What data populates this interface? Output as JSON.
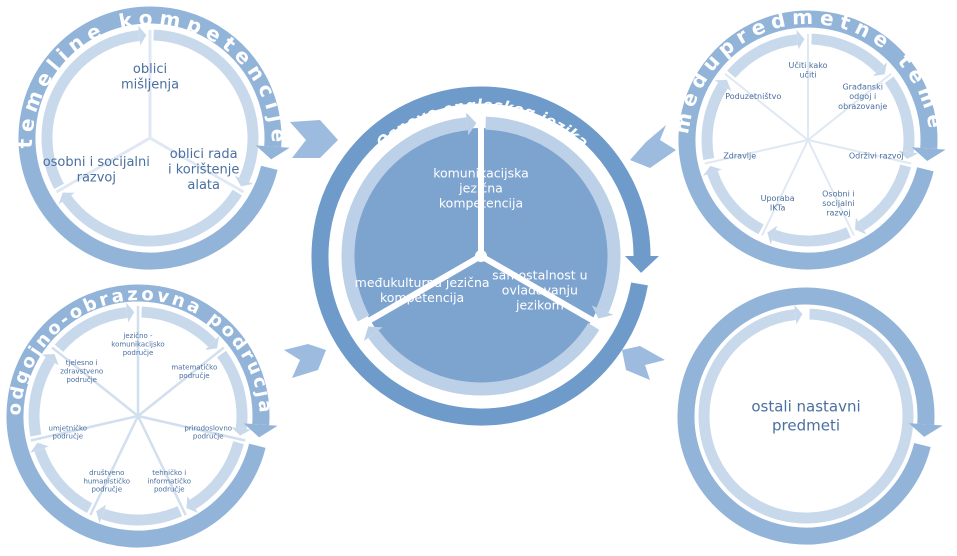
{
  "colors": {
    "outer_ring": "#93b4d9",
    "outer_ring_dark": "#6f9bcb",
    "inner_arrow": "#c9d9ec",
    "inner_arrow_central": "#bcd0e8",
    "central_fill": "#7da3cf",
    "connector_arrow": "#9cbbde",
    "label_text": "#4a6fa0",
    "divider": "#ffffff"
  },
  "central": {
    "title": "Osnove engleskog jezika",
    "segments": [
      {
        "label": [
          "komunikacijska",
          "jezična",
          "kompetencija"
        ]
      },
      {
        "label": [
          "samostalnost u",
          "ovladavanju",
          "jezikom"
        ]
      },
      {
        "label": [
          "međukulturna jezična",
          "kompetencija"
        ]
      }
    ]
  },
  "top_left": {
    "title": "temeljne kompetencije",
    "segments": [
      {
        "label": [
          "oblici",
          "mišljenja"
        ]
      },
      {
        "label": [
          "oblici rada",
          "i korištenje",
          "alata"
        ]
      },
      {
        "label": [
          "osobni i socijalni",
          "razvoj"
        ]
      }
    ]
  },
  "top_right": {
    "title": "međupredmetne teme",
    "segments": [
      {
        "label": [
          "Učiti kako",
          "učiti"
        ]
      },
      {
        "label": [
          "Građanski",
          "odgoj i",
          "obrazovanje"
        ]
      },
      {
        "label": [
          "Održivi razvoj"
        ]
      },
      {
        "label": [
          "Osobni i",
          "socijalni",
          "razvoj"
        ]
      },
      {
        "label": [
          "Uporaba",
          "IKTa"
        ]
      },
      {
        "label": [
          "Zdravlje"
        ]
      },
      {
        "label": [
          "Poduzetništvo"
        ]
      }
    ]
  },
  "bottom_left": {
    "title": "odgojno-obrazovna područja",
    "segments": [
      {
        "label": [
          "jezično -",
          "komunikacijsko",
          "područje"
        ]
      },
      {
        "label": [
          "matematičko",
          "područje"
        ]
      },
      {
        "label": [
          "prirodoslovno",
          "područje"
        ]
      },
      {
        "label": [
          "tehničko i",
          "informatičko",
          "područje"
        ]
      },
      {
        "label": [
          "društveno",
          "humanističko",
          "područje"
        ]
      },
      {
        "label": [
          "umjetničko",
          "područje"
        ]
      },
      {
        "label": [
          "tjelesno i",
          "zdravstveno",
          "područje"
        ]
      }
    ]
  },
  "bottom_right": {
    "label": [
      "ostali nastavni",
      "predmeti"
    ]
  }
}
